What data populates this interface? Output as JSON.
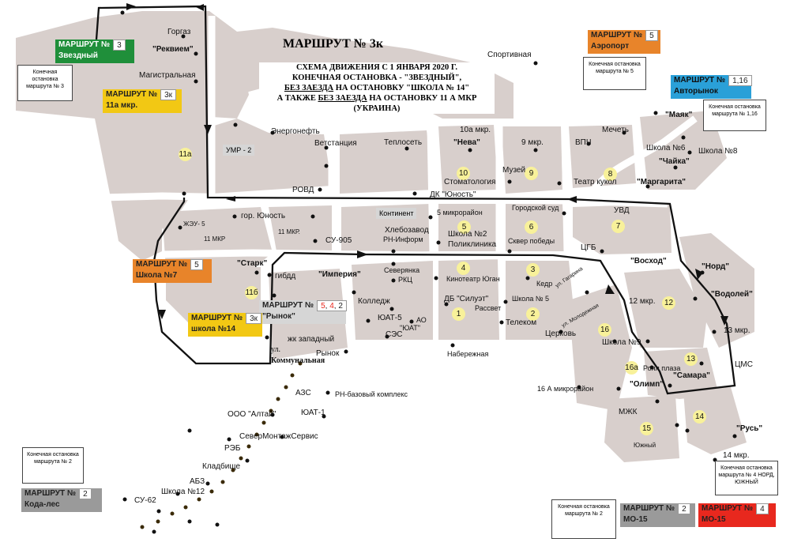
{
  "title": "МАРШРУТ № 3к",
  "scheme_notice": {
    "line1": "СХЕМА ДВИЖЕНИЯ С 1 ЯНВАРЯ 2020 Г.",
    "line2": "КОНЕЧНАЯ ОСТАНОВКА - \"ЗВЕЗДНЫЙ\",",
    "line3_under": "БЕЗ ЗАЕЗДА",
    "line3_rest": " НА ОСТАНОВКУ \"ШКОЛА № 14\"",
    "line4_pre": "А ТАКЖЕ ",
    "line4_under": "БЕЗ ЗАЕЗДА",
    "line4_rest": " НА ОСТАНОВКУ 11 А  МКР",
    "line5": "(УКРАИНА)"
  },
  "route_boxes": [
    {
      "id": "r3-zvezdny",
      "label": "МАРШРУТ №",
      "number": "3",
      "stop": "Звездный",
      "color": "#1f8f3a"
    },
    {
      "id": "r3k-11a",
      "label": "МАРШРУТ №",
      "number": "3к",
      "stop": "11а мкр.",
      "color": "#f2c814"
    },
    {
      "id": "r5-airport",
      "label": "МАРШРУТ №",
      "number": "5",
      "stop": "Аэропорт",
      "color": "#e8842a"
    },
    {
      "id": "r116-avtorynok",
      "label": "МАРШРУТ №",
      "number": "1,16",
      "stop": "Авторынок",
      "color": "#2aa0d8"
    },
    {
      "id": "r5-school7",
      "label": "МАРШРУТ №",
      "number": "5",
      "stop": "Школа №7",
      "color": "#e8842a"
    },
    {
      "id": "r542-rynok",
      "label": "МАРШРУТ №",
      "number_parts": [
        "5",
        ", ",
        "4",
        ", 2"
      ],
      "stop": "\"Рынок\"",
      "color": "#d6d6d6"
    },
    {
      "id": "r3k-school14",
      "label": "МАРШРУТ №",
      "number": "3к",
      "stop": "школа №14",
      "color": "#f2c814"
    },
    {
      "id": "r2-koda",
      "label": "МАРШРУТ №",
      "number": "2",
      "stop": "Кода-лес",
      "color": "#9a9a9a"
    },
    {
      "id": "r2-mo15",
      "label": "МАРШРУТ №",
      "number": "2",
      "stop": "МО-15",
      "color": "#9a9a9a"
    },
    {
      "id": "r4-mo15",
      "label": "МАРШРУТ №",
      "number": "4",
      "stop": "МО-15",
      "color": "#e8281e"
    }
  ],
  "notes": [
    {
      "id": "n3",
      "text": "Конечная остановка маршрута № 3"
    },
    {
      "id": "n5",
      "text": "Конечная остановка маршрута № 5"
    },
    {
      "id": "n116",
      "text": "Конечная остановка маршрута № 1,16"
    },
    {
      "id": "n2a",
      "text": "Конечная остановка маршрута № 2"
    },
    {
      "id": "n4",
      "text": "Конечная остановка маршрута № 4 НОРД, ЮЖНЫЙ"
    },
    {
      "id": "n2b",
      "text": "Конечная остановка маршрута № 2"
    }
  ],
  "tags": {
    "ump2": "УМР - 2",
    "kontinent": "Континент",
    "rynok_zone": "ул. Коммунальная"
  },
  "district_numbers": [
    "11а",
    "10",
    "9",
    "8",
    "7",
    "6",
    "5",
    "4",
    "3",
    "2",
    "1",
    "11б",
    "12",
    "13",
    "14",
    "15",
    "16",
    "16а"
  ],
  "stops": [
    "Горгаз",
    "\"Реквием\"",
    "Магистральная",
    "Спортивная",
    "Энергонефть",
    "Ветстанция",
    "Теплосеть",
    "10а мкр.",
    "\"Нева\"",
    "9 мкр.",
    "ВПЧ",
    "Мечеть",
    "\"Маяк\"",
    "Школа №6",
    "Школа №8",
    "\"Чайка\"",
    "\"Маргарита\"",
    "Театр кукол",
    "Музей",
    "Стоматология",
    "ДК \"Юность\"",
    "РОВД",
    "гор. Юность",
    "ЖЭУ- 5",
    "11 МКР",
    "11 МКР.",
    "СУ-905",
    "Хлебозавод",
    "РН-Информ",
    "5 микрорайон",
    "Городской суд",
    "УВД",
    "Школа №2",
    "Поликлиника",
    "Сквер победы",
    "ЦГБ",
    "\"Восход\"",
    "\"Норд\"",
    "\"Старк\"",
    "гибдд",
    "\"Империя\"",
    "Северянка",
    "РКЦ",
    "Кинотеатр Юган",
    "Кедр",
    "Колледж",
    "ДБ \"Силуэт\"",
    "Рассвет",
    "Школа № 5",
    "\"Водолей\"",
    "12 мкр.",
    "ЮАТ-5",
    "\"ЮАТ\"",
    "АО",
    "СЭС",
    "Телеком",
    "Церковь",
    "13 мкр.",
    "жк западный",
    "ул.",
    "Коммунальная",
    "Рынок",
    "Набережная",
    "Школа №9",
    "Роял плаза",
    "\"Самара\"",
    "ЦМС",
    "16 А микрорайон",
    "\"Олимп\"",
    "АЗС",
    "РН-базовый комплекс",
    "ООО \"Алтай\"",
    "ЮАТ-1",
    "СеверМонтажСервис",
    "РЭБ",
    "МЖК",
    "Южный",
    "\"Русь\"",
    "14 мкр.",
    "Кладбище",
    "АБЗ",
    "Школа №12",
    "СУ-62",
    "ул. Гагарина",
    "ул. Молодежная"
  ]
}
